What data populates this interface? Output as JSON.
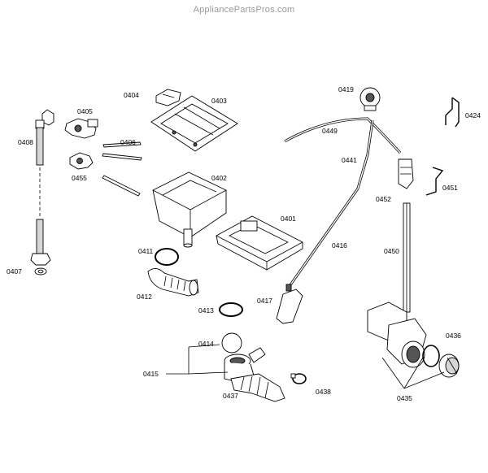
{
  "watermark": "AppliancePartsPros.com",
  "labels": {
    "p0401": "0401",
    "p0402": "0402",
    "p0403": "0403",
    "p0404": "0404",
    "p0405": "0405",
    "p0406": "0406",
    "p0407": "0407",
    "p0408": "0408",
    "p0411": "0411",
    "p0412": "0412",
    "p0413": "0413",
    "p0414": "0414",
    "p0415": "0415",
    "p0416": "0416",
    "p0417": "0417",
    "p0419": "0419",
    "p0424": "0424",
    "p0435": "0435",
    "p0436": "0436",
    "p0437": "0437",
    "p0438": "0438",
    "p0441": "0441",
    "p0449": "0449",
    "p0450": "0450",
    "p0451": "0451",
    "p0452": "0452",
    "p0455": "0455"
  }
}
